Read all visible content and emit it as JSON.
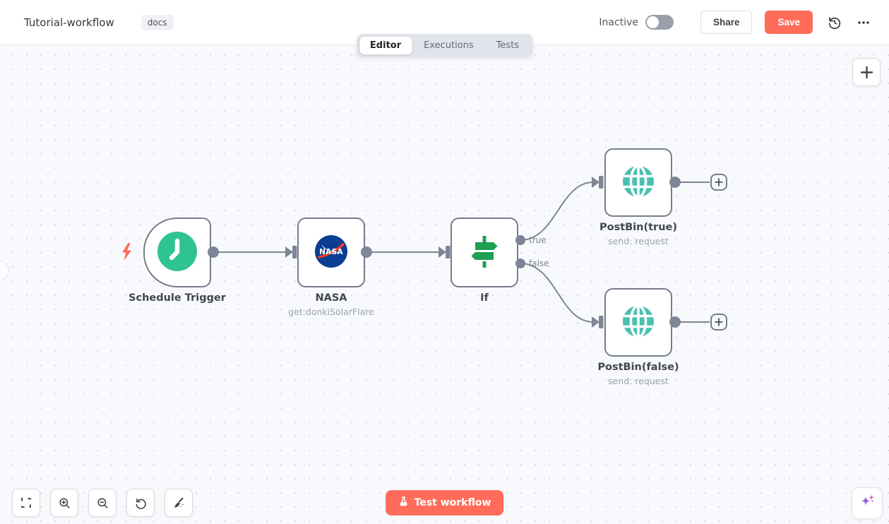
{
  "header": {
    "title": "Tutorial-workflow",
    "tag": "docs",
    "status_label": "Inactive",
    "status_on": false,
    "share_label": "Share",
    "save_label": "Save",
    "icons": [
      "history-icon",
      "ellipsis-icon"
    ]
  },
  "tabs": [
    {
      "label": "Editor",
      "active": true
    },
    {
      "label": "Executions",
      "active": false
    },
    {
      "label": "Tests",
      "active": false
    }
  ],
  "canvas": {
    "nodes": [
      {
        "id": "schedule-trigger",
        "label": "Schedule Trigger",
        "icon": "clock-icon",
        "type": "trigger"
      },
      {
        "id": "nasa",
        "label": "NASA",
        "subtitle": "get:donkiSolarFlare",
        "icon": "nasa-logo-icon"
      },
      {
        "id": "if",
        "label": "If",
        "icon": "signpost-icon",
        "outputs": [
          "true",
          "false"
        ]
      },
      {
        "id": "postbin-true",
        "label": "PostBin(true)",
        "subtitle": "send: request",
        "icon": "globe-icon"
      },
      {
        "id": "postbin-false",
        "label": "PostBin(false)",
        "subtitle": "send: request",
        "icon": "globe-icon"
      }
    ],
    "connections": [
      "Schedule Trigger -> NASA",
      "NASA -> If",
      "If(true) -> PostBin(true)",
      "If(false) -> PostBin(false)"
    ],
    "add_node_label": "+",
    "plus_handle_label": "+"
  },
  "controls": {
    "items": [
      "fit-view",
      "zoom-in",
      "zoom-out",
      "reset-zoom",
      "tidy-up"
    ]
  },
  "footer": {
    "test_button_label": "Test workflow",
    "assistant_icon": "ai-sparkle-icon"
  },
  "colors": {
    "accent": "#ff6d5a",
    "connector": "#7d8696",
    "node-border": "#757d89",
    "green-trigger": "#2fc48f",
    "green-if": "#1f9e54",
    "teal-globe": "#4ac0b0",
    "nasa-blue": "#0b3d91",
    "nasa-red": "#fc3d21"
  }
}
